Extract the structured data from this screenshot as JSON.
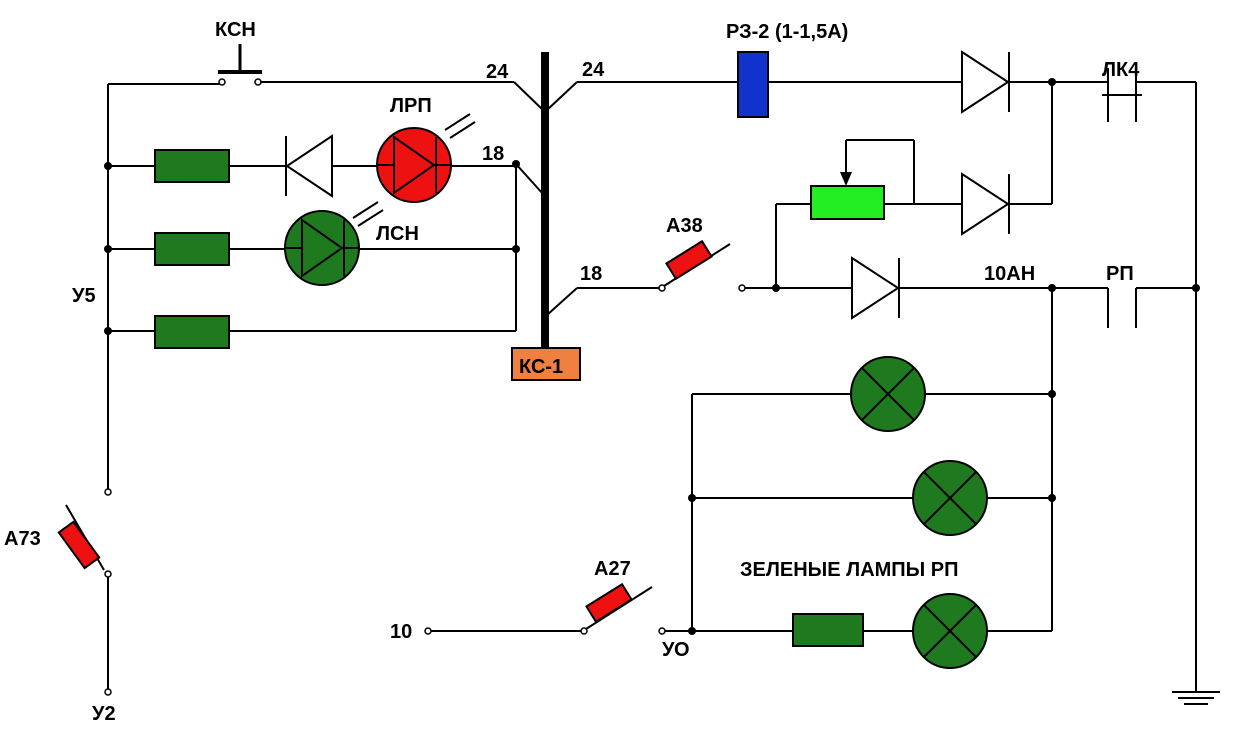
{
  "labels": {
    "ksn": "КСН",
    "lrp": "ЛРП",
    "lsn": "ЛСН",
    "u5": "У5",
    "a73": "А73",
    "u2": "У2",
    "ks1": "КС-1",
    "w24_left": "24",
    "w24_right": "24",
    "w18_top": "18",
    "w18_mid": "18",
    "rz2": "РЗ-2 (1-1,5А)",
    "lk4": "ЛК4",
    "a38": "А38",
    "ah10": "10АН",
    "rp": "РП",
    "green_lamps": "ЗЕЛЕНЫЕ ЛАМПЫ РП",
    "a27": "А27",
    "w10": "10",
    "uo": "УО"
  },
  "colors": {
    "resistor_fill": "#1f7a1f",
    "lamp_green": "#1f7a1f",
    "led_red": "#ee1111",
    "relay_blue": "#1133cc",
    "ks1_orange": "#f08040",
    "pot_green": "#22ee22",
    "switch_red": "#ee1111"
  },
  "icons": {
    "button": "push-button-icon",
    "diode": "diode-icon",
    "lamp": "signal-lamp-icon",
    "ground": "ground-icon"
  }
}
